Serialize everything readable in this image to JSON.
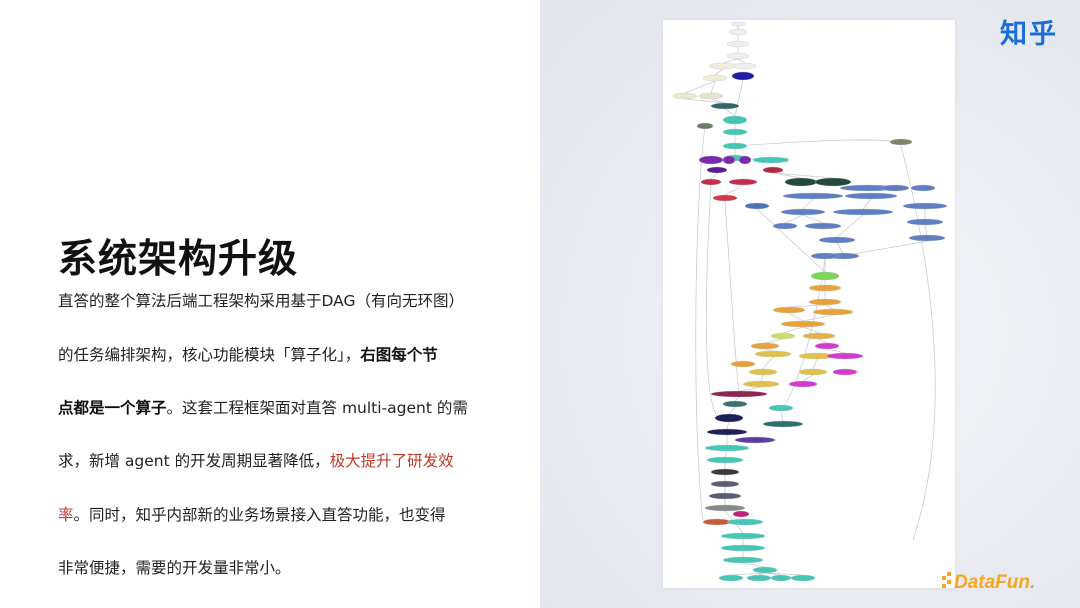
{
  "title": "系统架构升级",
  "paragraph": {
    "line1": "直答的整个算法后端工程架构采用基于DAG（有向无环图）",
    "line2_normal": "的任务编排架构，核心功能模块「算子化」，",
    "line2_bold": "右图每个节",
    "line3_bold": "点都是一个算子",
    "line3_normal": "。这套工程框架面对直答 multi-agent 的需",
    "line4_normal": "求，新增 agent 的开发周期显著降低，",
    "line4_red": "极大提升了研发效",
    "line5_red": "率",
    "line5_normal": "。同时，知乎内部新的业务场景接入直答功能，也变得",
    "line6": "非常便捷，需要的开发量非常小。"
  },
  "logos": {
    "zhihu": "知乎",
    "datafun": "DataFun."
  },
  "colors": {
    "title": "#111111",
    "highlight_red": "#c0392b",
    "zhihu_blue": "#1a6dd6",
    "datafun_orange": "#f5a623"
  }
}
